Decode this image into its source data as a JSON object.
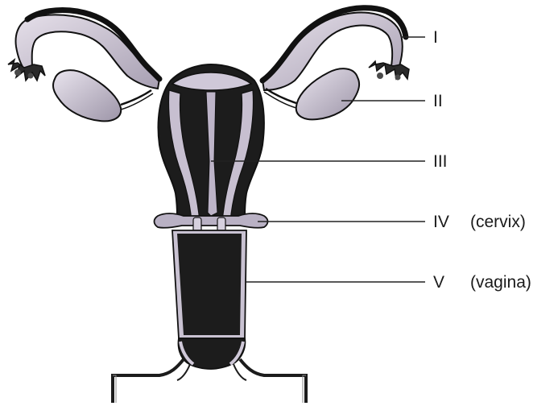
{
  "labels": {
    "l1": {
      "numeral": "I",
      "note": ""
    },
    "l2": {
      "numeral": "II",
      "note": ""
    },
    "l3": {
      "numeral": "III",
      "note": ""
    },
    "l4": {
      "numeral": "IV",
      "note": "(cervix)"
    },
    "l5": {
      "numeral": "V",
      "note": "(vagina)"
    }
  },
  "colors": {
    "dark": "#1c1c1c",
    "light_tissue": "#c7bfd0",
    "outline": "#111111",
    "background": "#ffffff"
  }
}
